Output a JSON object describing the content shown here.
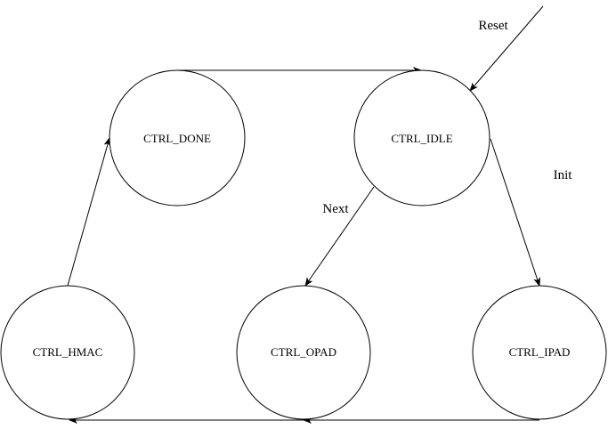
{
  "diagram": {
    "states": {
      "done": "CTRL_DONE",
      "idle": "CTRL_IDLE",
      "hmac": "CTRL_HMAC",
      "opad": "CTRL_OPAD",
      "ipad": "CTRL_IPAD"
    },
    "labels": {
      "reset": "Reset",
      "init": "Init",
      "next": "Next"
    },
    "colors": {
      "stroke": "#000000",
      "background": "#ffffff"
    }
  }
}
